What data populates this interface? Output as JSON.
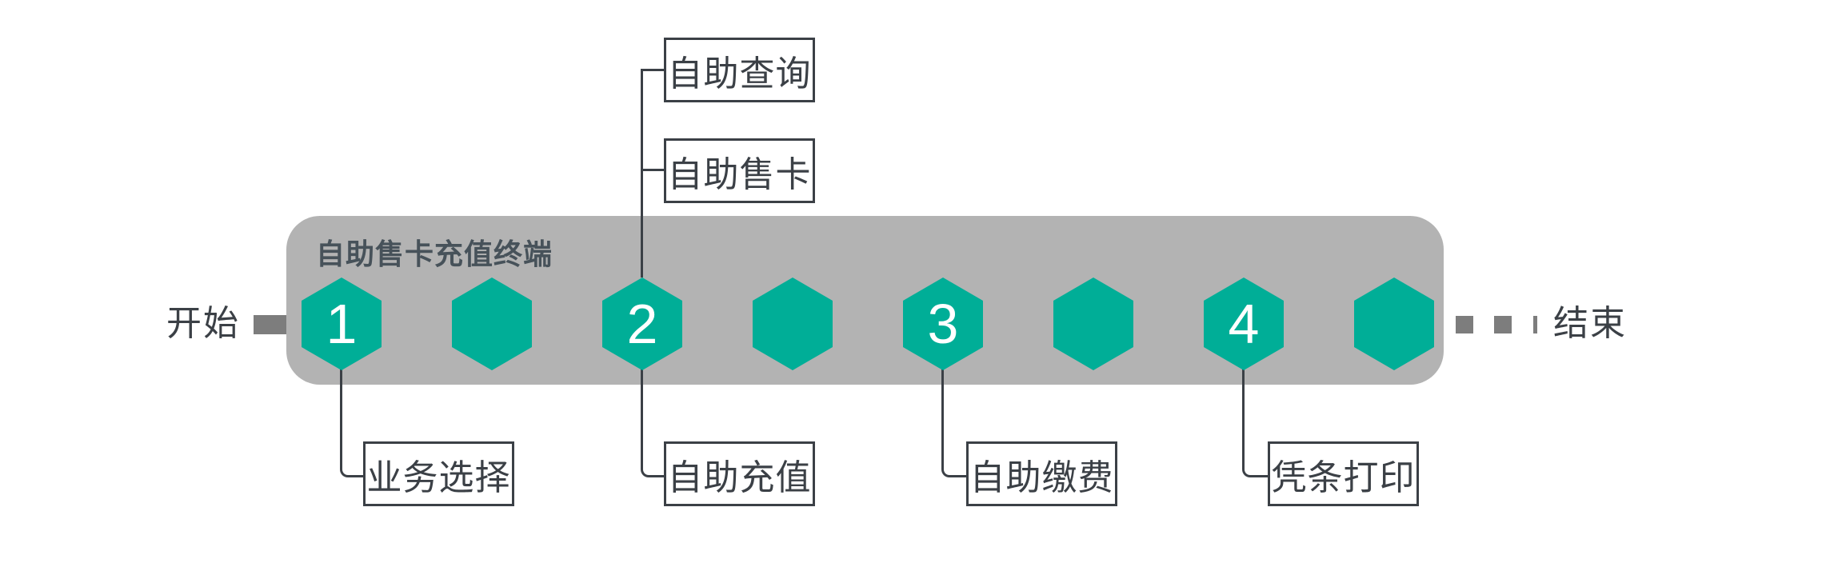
{
  "labels": {
    "start": "开始",
    "end": "结束"
  },
  "container": {
    "title": "自助售卡充值终端"
  },
  "hexagons": [
    {
      "number": "1"
    },
    {
      "number": ""
    },
    {
      "number": "2"
    },
    {
      "number": ""
    },
    {
      "number": "3"
    },
    {
      "number": ""
    },
    {
      "number": "4"
    },
    {
      "number": ""
    }
  ],
  "top_boxes": [
    {
      "label": "自助查询"
    },
    {
      "label": "自助售卡"
    }
  ],
  "bottom_boxes": [
    {
      "label": "业务选择"
    },
    {
      "label": "自助充值"
    },
    {
      "label": "自助缴费"
    },
    {
      "label": "凭条打印"
    }
  ],
  "colors": {
    "hexagon_teal": "#00AE97",
    "container_gray": "#B3B3B3",
    "bar_gray": "#7D7D7D",
    "title_text": "#47525A",
    "line_and_text": "#3B4046",
    "number_text": "#FFFFFF",
    "background": "#FFFFFF"
  }
}
